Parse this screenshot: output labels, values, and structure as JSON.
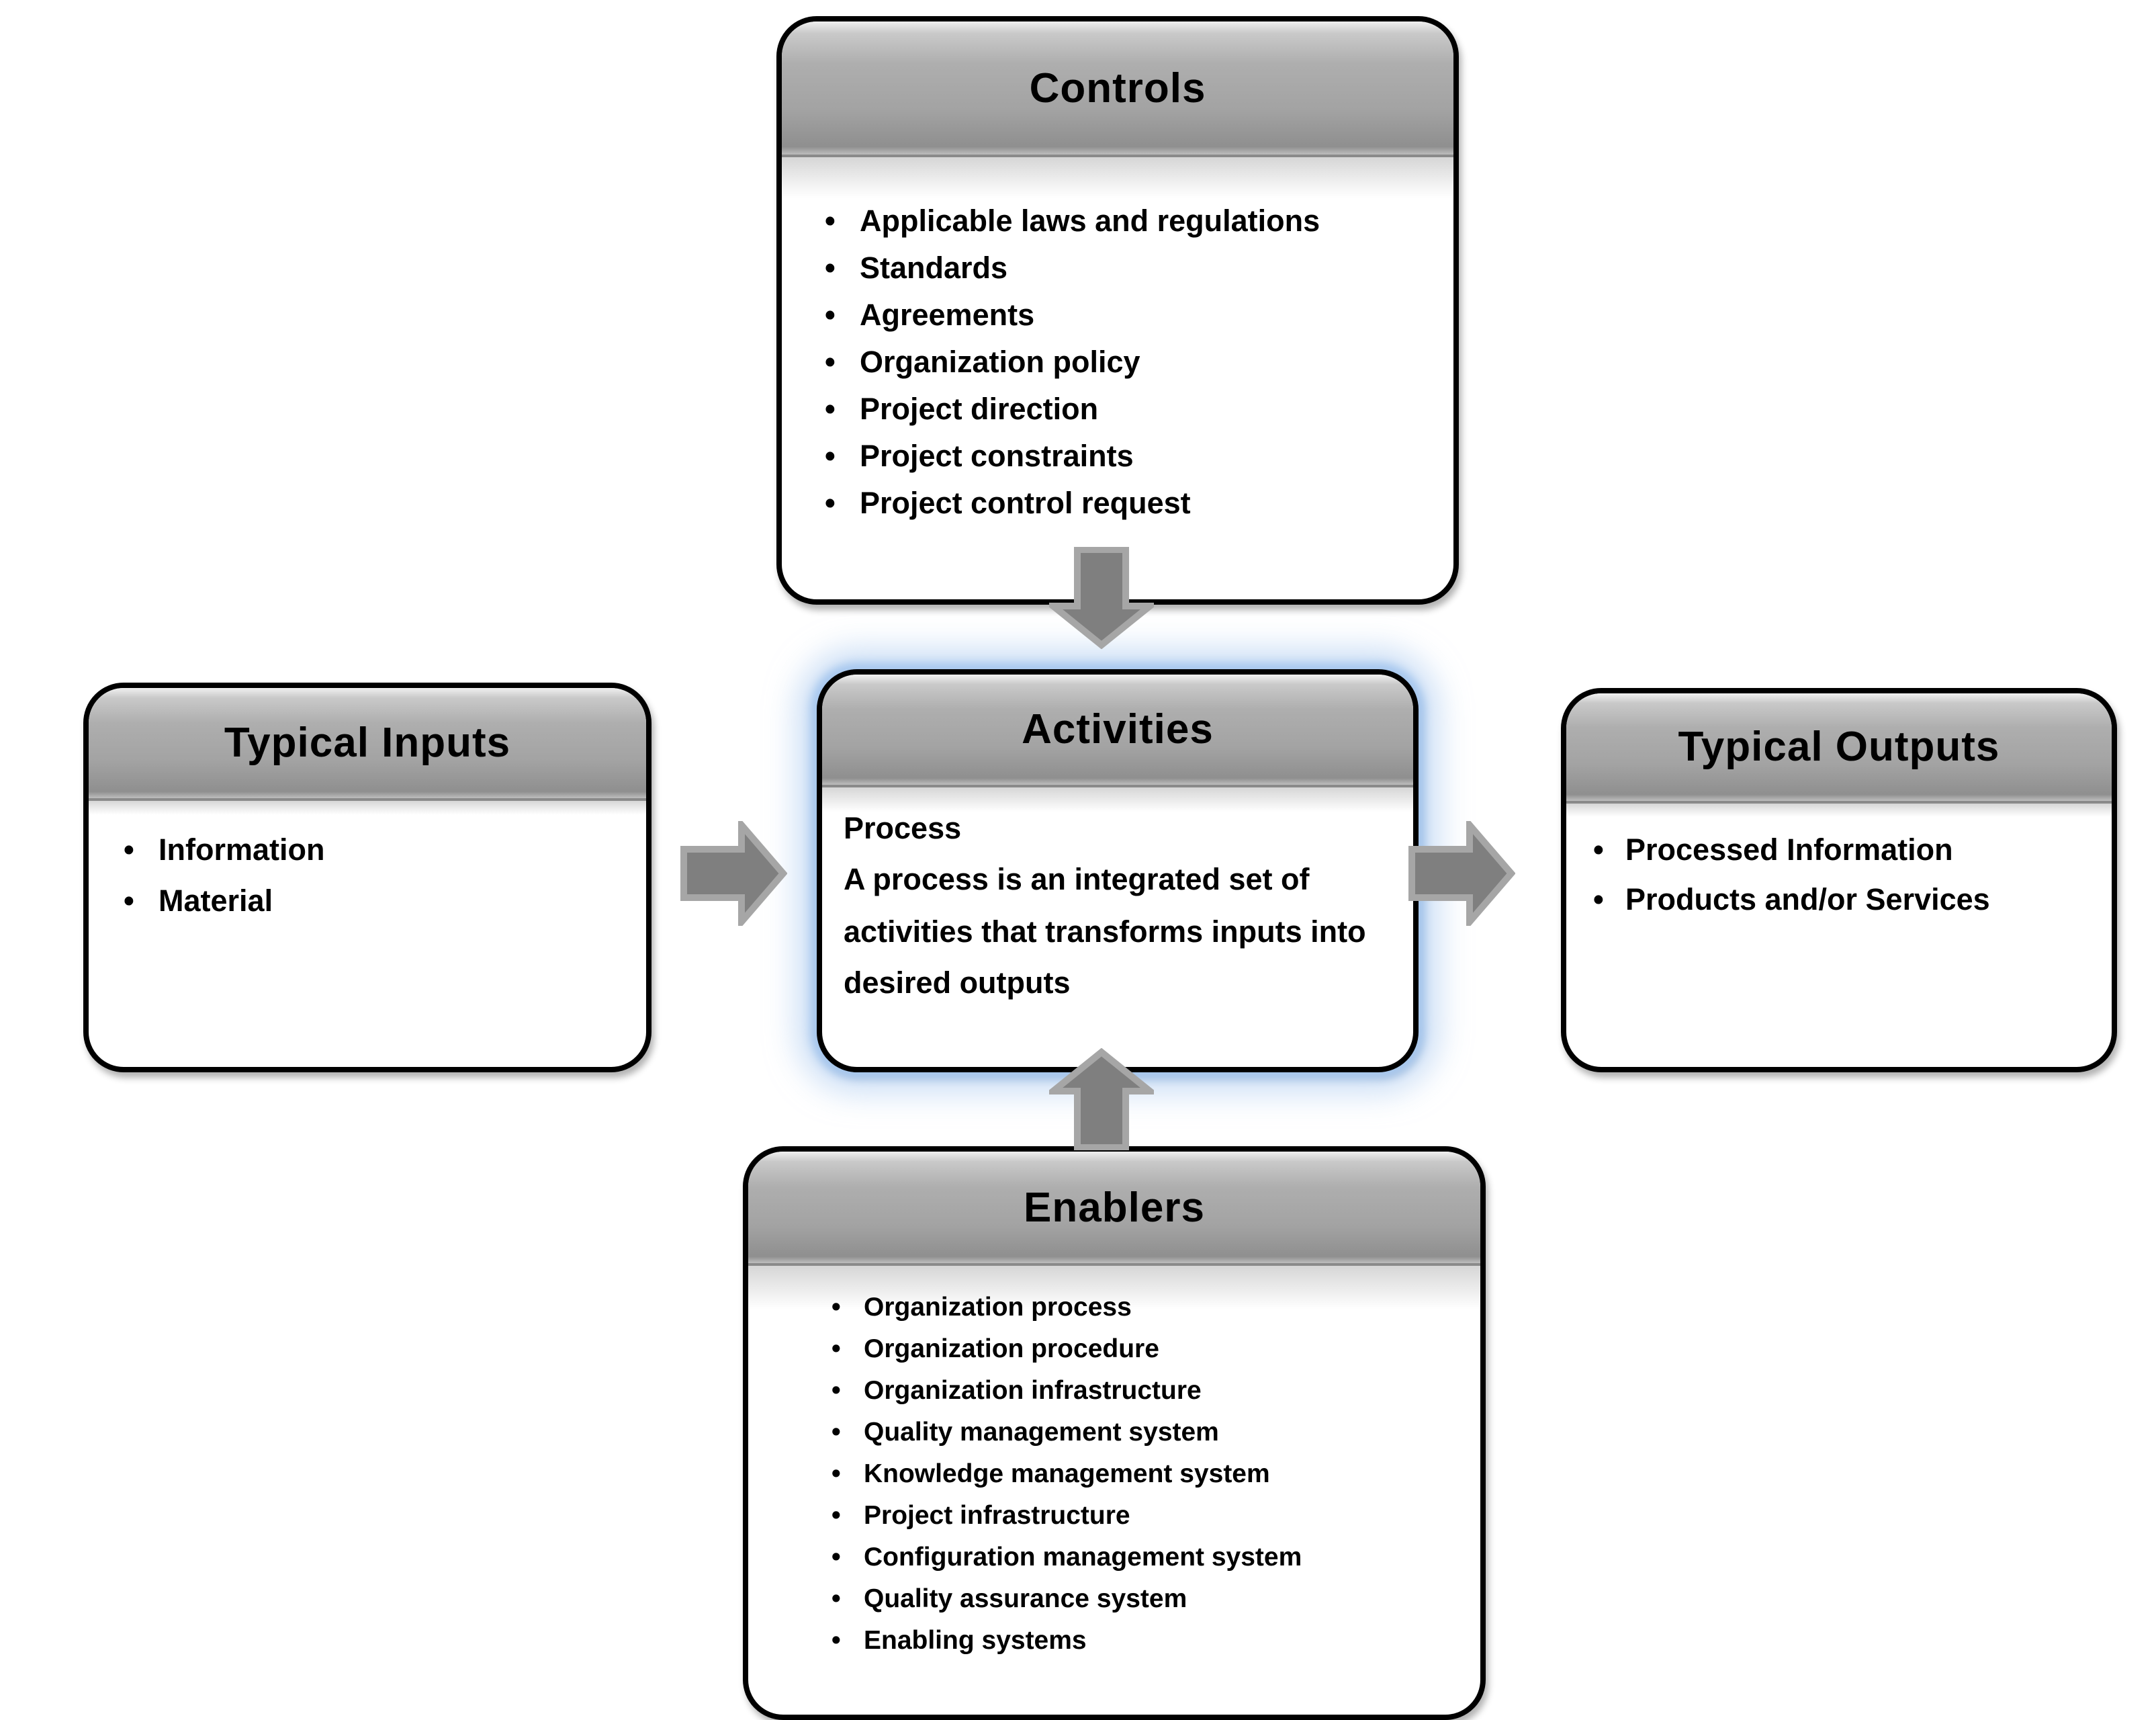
{
  "controls": {
    "title": "Controls",
    "items": [
      "Applicable laws and regulations",
      "Standards",
      "Agreements",
      "Organization policy",
      "Project direction",
      "Project constraints",
      "Project control request"
    ]
  },
  "typical_inputs": {
    "title": "Typical Inputs",
    "items": [
      "Information",
      "Material"
    ]
  },
  "activities": {
    "title": "Activities",
    "heading": "Process",
    "description": "A process is an integrated set of activities that transforms inputs into desired outputs"
  },
  "typical_outputs": {
    "title": "Typical Outputs",
    "items": [
      "Processed Information",
      "Products and/or Services"
    ]
  },
  "enablers": {
    "title": "Enablers",
    "items": [
      "Organization process",
      "Organization procedure",
      "Organization infrastructure",
      "Quality management system",
      "Knowledge management system",
      "Project infrastructure",
      "Configuration management system",
      "Quality assurance system",
      "Enabling systems"
    ]
  },
  "colors": {
    "arrow_fill": "#7f7f7f",
    "arrow_outline": "#a6a6a6",
    "header_gray": "#a3a3a3",
    "activities_glow_blue": "#a6c7ee",
    "box_border": "#000000"
  }
}
